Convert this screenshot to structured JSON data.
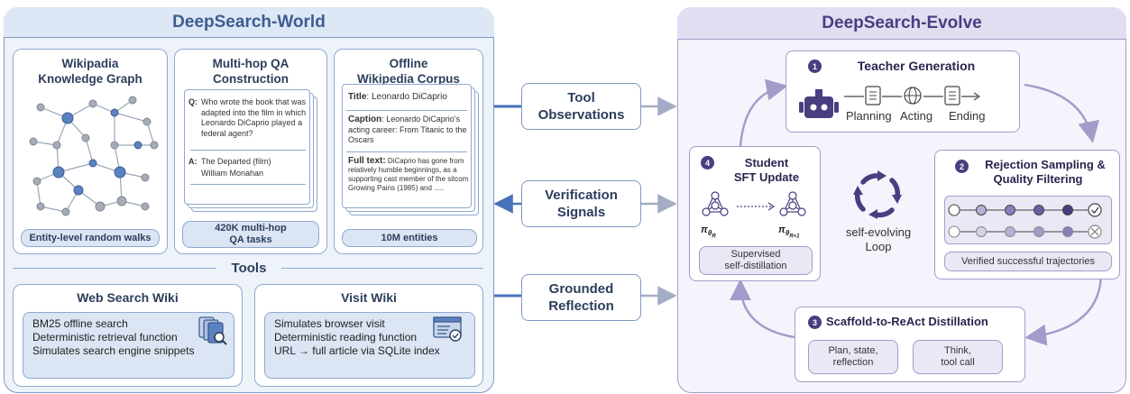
{
  "world": {
    "title": "DeepSearch-World",
    "kg": {
      "title_1": "Wikipadia",
      "title_2": "Knowledge Graph",
      "caption": "Entity-level random walks"
    },
    "qa": {
      "title_1": "Multi-hop QA",
      "title_2": "Construction",
      "q_label": "Q:",
      "question": "Who wrote the book that was adapted into the film in which Leonardo DiCaprio played a federal agent?",
      "a_label": "A:",
      "answer_1": "The Departed (film)",
      "answer_2": "William Monahan",
      "caption_1": "420K multi-hop",
      "caption_2": "QA tasks"
    },
    "corpus": {
      "title_1": "Offline",
      "title_2": "Wikipedia Corpus",
      "title_key": "Title",
      "title_val": ": Leonardo DiCaprio",
      "caption_key": "Caption",
      "caption_val": ": Leonardo DiCaprio's acting career: From Titanic to the Oscars",
      "full_key": "Full text:",
      "full_val": " DiCaprio has gone from relatively humble beginnings, as a supporting cast member of the sitcom Growing Pains (1985) and .....",
      "caption": "10M entities"
    },
    "tools": {
      "title": "Tools",
      "web": {
        "title": "Web Search Wiki",
        "lines": [
          "BM25 offline search",
          "Deterministic retrieval function",
          "Simulates search engine snippets"
        ]
      },
      "visit": {
        "title": "Visit Wiki",
        "lines": [
          "Simulates browser visit",
          "Deterministic reading function",
          "URL → full article via SQLite index"
        ]
      }
    }
  },
  "middle": {
    "tool_obs": [
      "Tool",
      "Observations"
    ],
    "verif": [
      "Verification",
      "Signals"
    ],
    "grounded": [
      "Grounded",
      "Reflection"
    ]
  },
  "evolve": {
    "title": "DeepSearch-Evolve",
    "teacher": {
      "num": "1",
      "title": "Teacher Generation",
      "steps": [
        "Planning",
        "Acting",
        "Ending"
      ]
    },
    "rejection": {
      "num": "2",
      "title_1": "Rejection Sampling &",
      "title_2": "Quality Filtering",
      "caption": "Verified successful trajectories"
    },
    "scaffold": {
      "num": "3",
      "title": "Scaffold-to-ReAct Distillation",
      "left_1": "Plan, state,",
      "left_2": "reflection",
      "right_1": "Think,",
      "right_2": "tool call"
    },
    "student": {
      "num": "4",
      "title_1": "Student",
      "title_2": "SFT Update",
      "pi_left": "π",
      "sub_left": "θ",
      "subsub_left": "R",
      "pi_right": "π",
      "sub_right": "θ",
      "subsub_right": "R+1",
      "caption_1": "Supervised",
      "caption_2": "self-distillation"
    },
    "loop": {
      "label_1": "self-evolving",
      "label_2": "Loop"
    }
  },
  "colors": {
    "blue_border": "#7d99c4",
    "purple_border": "#a39bc9",
    "node": "#5b82c0",
    "node_grey": "#a6acb6"
  }
}
